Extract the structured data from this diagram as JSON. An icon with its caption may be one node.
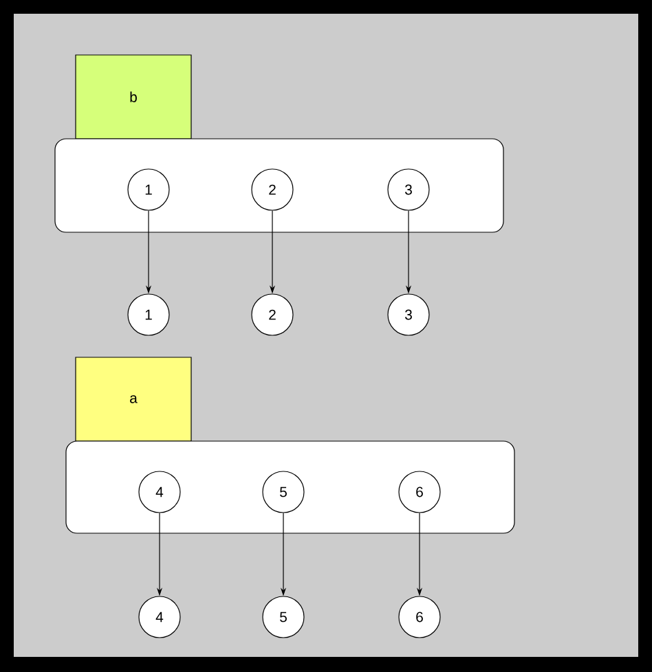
{
  "diagram": {
    "nodes": [
      {
        "text": [
          "b"
        ]
      },
      {
        "text": [],
        "shape": "box"
      },
      {
        "text": [
          "1"
        ],
        "in": 1
      },
      {
        "text": [
          "2"
        ],
        "in": 1
      },
      {
        "text": [
          "3"
        ],
        "in": 1
      },
      {
        "text": [
          "1"
        ]
      },
      {
        "text": [
          "2"
        ]
      },
      {
        "text": [
          "3"
        ]
      },
      {
        "text": [
          "a"
        ]
      },
      {
        "text": [],
        "shape": "box"
      },
      {
        "text": [
          "4"
        ],
        "in": 9
      },
      {
        "text": [
          "5"
        ],
        "in": 9
      },
      {
        "text": [
          "6"
        ],
        "in": 9
      },
      {
        "text": [
          "4"
        ]
      },
      {
        "text": [
          "5"
        ]
      },
      {
        "text": [
          "6"
        ]
      }
    ],
    "edges": [
      {
        "from": 2,
        "to": 5,
        "arrow": "to"
      },
      {
        "from": 3,
        "to": 6,
        "arrow": "to"
      },
      {
        "from": 4,
        "to": 7,
        "arrow": "to"
      },
      {
        "from": 10,
        "to": 13,
        "arrow": "to"
      },
      {
        "from": 11,
        "to": 14,
        "arrow": "to"
      },
      {
        "from": 12,
        "to": 15,
        "arrow": "to"
      }
    ]
  }
}
